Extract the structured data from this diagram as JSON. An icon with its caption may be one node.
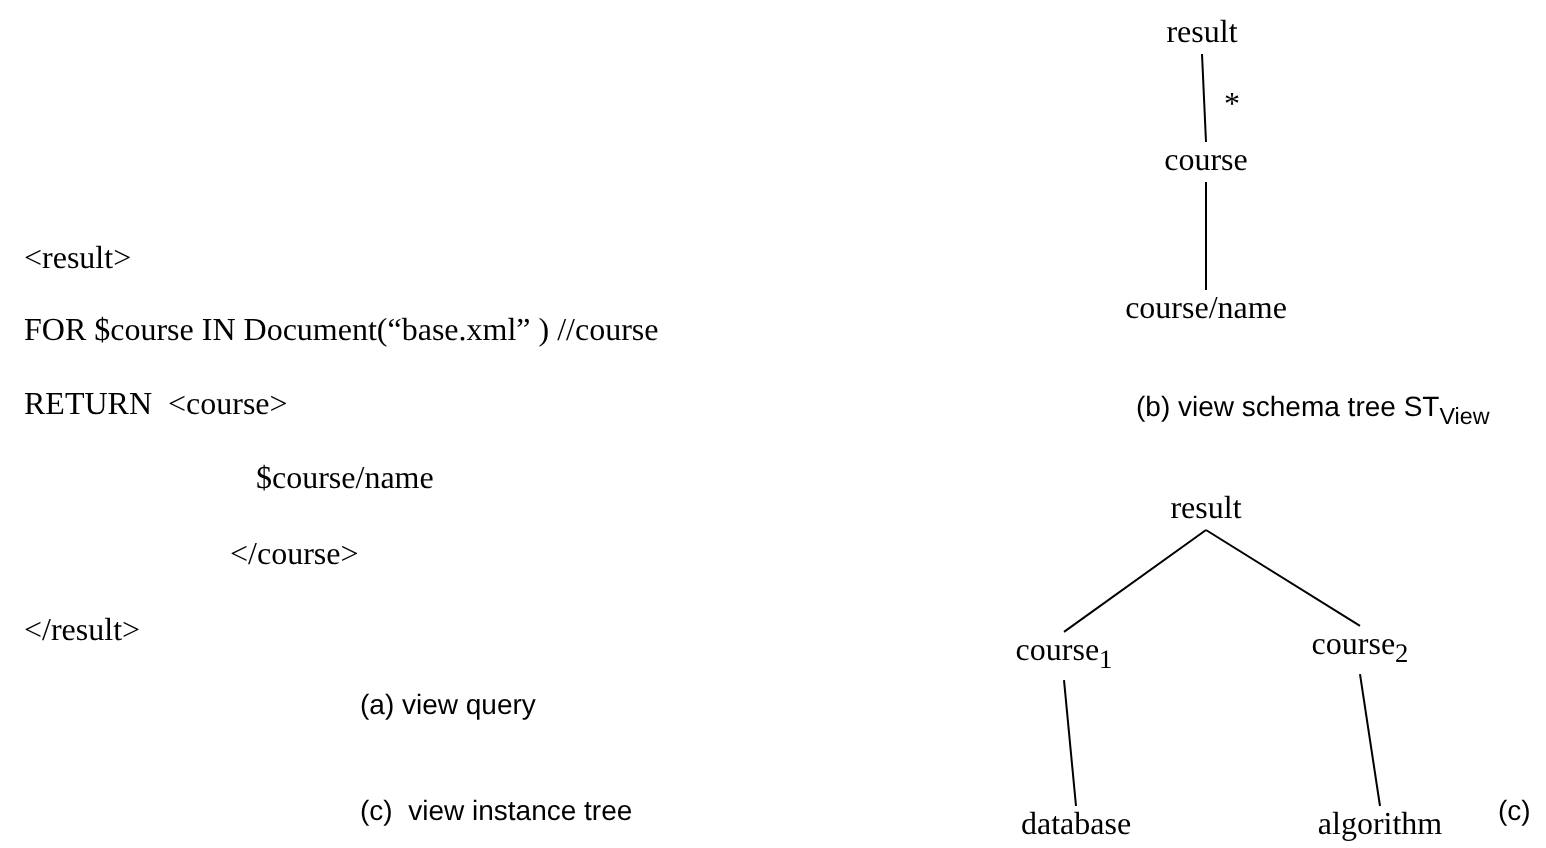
{
  "diagram": {
    "nodes": [
      {
        "text": [
          "result"
        ]
      },
      {
        "text": [
          "course"
        ]
      },
      {
        "text": [
          "course/name"
        ]
      },
      {
        "text": [
          "result"
        ]
      },
      {
        "text": [
          "course$_{1}$"
        ]
      },
      {
        "text": [
          "course$_{2}$"
        ]
      },
      {
        "text": [
          "database"
        ]
      },
      {
        "text": [
          "algorithm"
        ]
      }
    ],
    "edges": [
      {
        "from": 0,
        "to": 1,
        "arrow": "none",
        "label": "*"
      },
      {
        "from": 1,
        "to": 2,
        "arrow": "none"
      },
      {
        "from": 3,
        "to": 4,
        "arrow": "none"
      },
      {
        "from": 3,
        "to": 5,
        "arrow": "none"
      },
      {
        "from": 4,
        "to": 6,
        "arrow": "none"
      },
      {
        "from": 5,
        "to": 7,
        "arrow": "none"
      }
    ],
    "labels": [
      "<result>",
      "FOR $course IN Document(“base.xml” ) //course",
      "RETURN  <course>",
      "$course/name",
      "</course>",
      "</result>",
      "(b) view schema tree ST$_{View}$",
      "(a) view query",
      "(c)  view instance tree",
      "(c)"
    ]
  }
}
